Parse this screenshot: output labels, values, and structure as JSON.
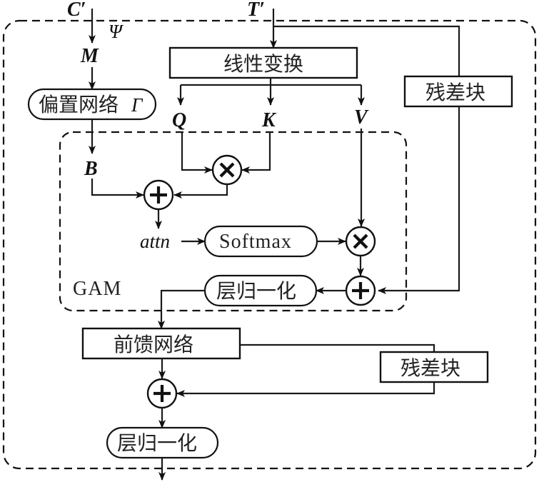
{
  "inputs": {
    "c_prime": "C′",
    "t_prime": "T′",
    "psi": "Ψ",
    "m": "M"
  },
  "blocks": {
    "bias_network": "偏置网络",
    "bias_network_symbol": "Γ",
    "linear_transform": "线性变换",
    "residual_top": "残差块",
    "residual_bottom": "残差块",
    "softmax": "Softmax",
    "layer_norm_1": "层归一化",
    "feed_forward": "前馈网络",
    "layer_norm_2": "层归一化"
  },
  "variables": {
    "q": "Q",
    "k": "K",
    "v": "V",
    "b": "B",
    "attn": "attn"
  },
  "regions": {
    "gam_label": "GAM"
  },
  "operators": {
    "multiply": "×",
    "add": "+"
  }
}
